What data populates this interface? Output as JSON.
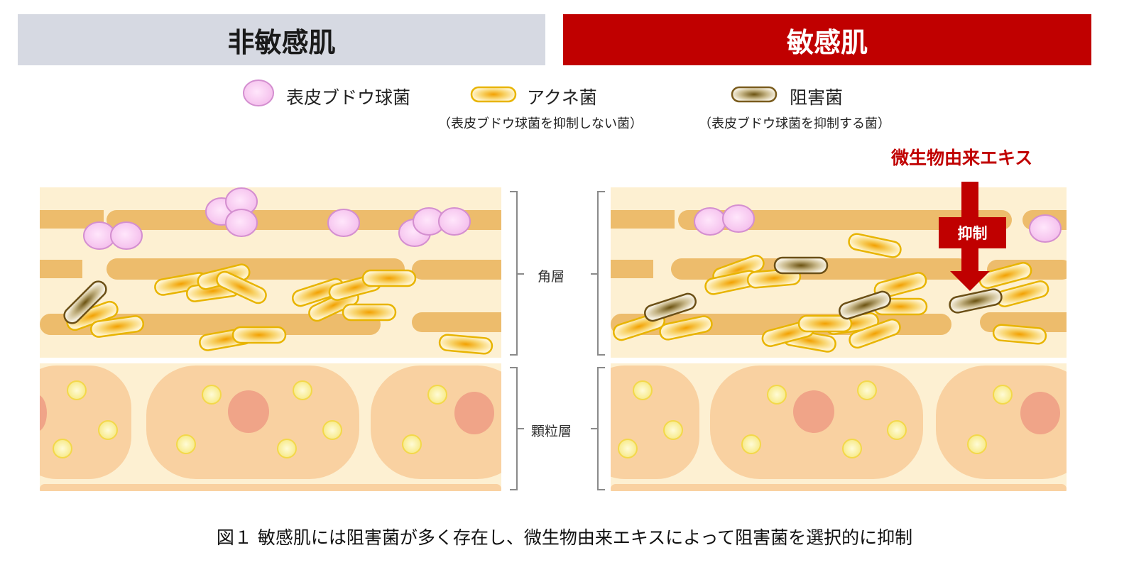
{
  "headers": {
    "left": "非敏感肌",
    "right": "敏感肌"
  },
  "legend": {
    "staph": "表皮ブドウ球菌",
    "acne": "アクネ菌",
    "acne_note": "（表皮ブドウ球菌を抑制しない菌）",
    "inhibitor": "阻害菌",
    "inhibitor_note": "（表皮ブドウ球菌を抑制する菌）"
  },
  "extract_label": "微生物由来エキス",
  "extract_label_suffix": "エキス",
  "arrow_label": "抑制",
  "layers": {
    "stratum_corneum": "角層",
    "granular": "顆粒層"
  },
  "caption": "図１ 敏感肌には阻害菌が多く存在し、微生物由来エキスによって阻害菌を選択的に抑制",
  "colors": {
    "accent_red": "#c00000",
    "header_gray": "#d6d9e2",
    "staph_pink": "#f5c8ef",
    "acne_yellow": "#f2b705",
    "inhibitor_brown": "#7a5c1e",
    "corneum_band": "#edbc6c",
    "granular_cell": "#f9d1a1",
    "nucleus": "#f0a488"
  }
}
